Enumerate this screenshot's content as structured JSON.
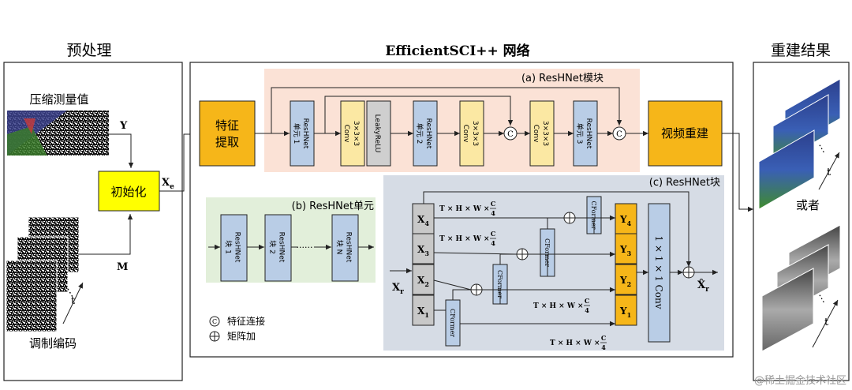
{
  "titles": {
    "preprocess": "预处理",
    "network": "EfficientSCI++ 网络",
    "recon": "重建结果"
  },
  "preprocess": {
    "compressed_label": "压缩测量值",
    "y": "Y",
    "m": "M",
    "init": "初始化",
    "xe": "X",
    "xe_sub": "e",
    "mask_label": "调制编码",
    "t": "t",
    "dots": "⋮"
  },
  "network": {
    "feature": "特征\n提取",
    "video_recon": "视频重建",
    "panel_a": "(a) ResHNet模块",
    "panel_b": "(b) ResHNet单元",
    "panel_c": "(c) ResHNet块",
    "a_blocks": [
      {
        "l1": "ResHNet",
        "l2": "单元 1",
        "color": "#b9cde6"
      },
      {
        "l1": "3×3×3",
        "l2": "Conv",
        "color": "#fbe8a3"
      },
      {
        "l1": "LeakyReLU",
        "l2": "",
        "color": "#cfcfcf"
      },
      {
        "l1": "ResHNet",
        "l2": "单元 2",
        "color": "#b9cde6"
      },
      {
        "l1": "3×3×3",
        "l2": "Conv",
        "color": "#fbe8a3"
      },
      {
        "l1": "3×3×3",
        "l2": "Conv",
        "color": "#fbe8a3"
      },
      {
        "l1": "ResHNet",
        "l2": "单元 3",
        "color": "#b9cde6"
      }
    ],
    "concat": "C",
    "b_blocks": [
      {
        "l1": "ResHNet",
        "l2": "块 1"
      },
      {
        "l1": "ResHNet",
        "l2": "块 2"
      },
      {
        "l1": "ResHNet",
        "l2": "块 N"
      }
    ],
    "b_dots": "······",
    "c": {
      "xr": "X",
      "xr_sub": "r",
      "xhat": "X̂",
      "xhat_sub": "r",
      "x_labels": [
        {
          "m": "X",
          "s": "4"
        },
        {
          "m": "X",
          "s": "3"
        },
        {
          "m": "X",
          "s": "2"
        },
        {
          "m": "X",
          "s": "1"
        }
      ],
      "y_labels": [
        {
          "m": "Y",
          "s": "4"
        },
        {
          "m": "Y",
          "s": "3"
        },
        {
          "m": "Y",
          "s": "2"
        },
        {
          "m": "Y",
          "s": "1"
        }
      ],
      "cformer": "CFormer",
      "dim": "T × H × W ×",
      "frac_num": "C",
      "frac_den": "4",
      "conv": "1 × 1 × 1 Conv"
    },
    "legend": {
      "concat_symbol": "C",
      "concat_label": "特征连接",
      "add_label": "矩阵加"
    }
  },
  "recon": {
    "or_label": "或者",
    "t": "t",
    "dots": "⋮"
  },
  "watermark": "@稀土掘金技术社区",
  "colors": {
    "orange": "#f6b619",
    "yellow": "#ffff00",
    "blue": "#b9cde6",
    "conv": "#fbe8a3",
    "panel_a": "#fbe2d6",
    "panel_b": "#e2efda",
    "panel_c": "#d6dce5",
    "gray": "#c8c8c8"
  }
}
